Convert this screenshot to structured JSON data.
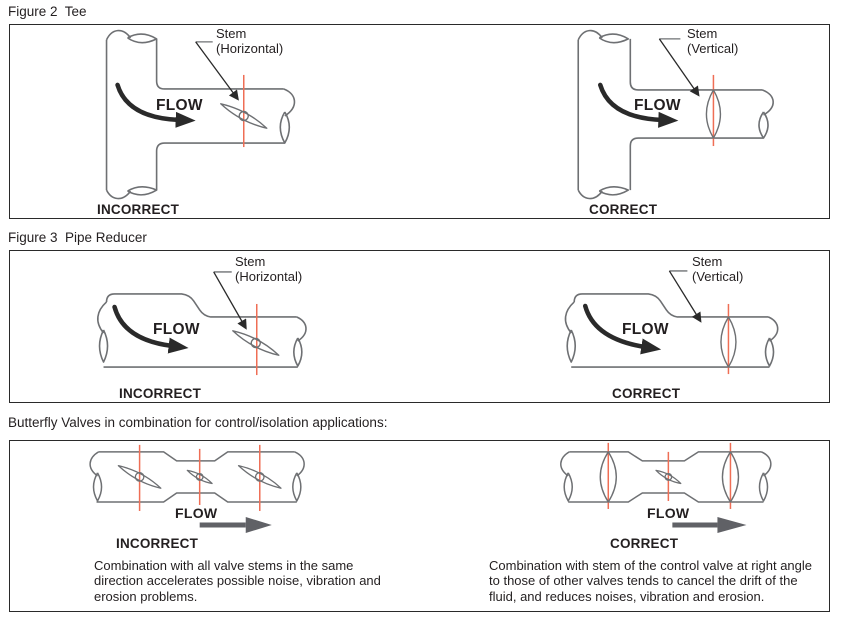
{
  "figure2": {
    "title": "Figure 2  Tee",
    "incorrect": {
      "stem_label": "Stem\n(Horizontal)",
      "flow_label": "FLOW",
      "verdict": "INCORRECT"
    },
    "correct": {
      "stem_label": "Stem\n(Vertical)",
      "flow_label": "FLOW",
      "verdict": "CORRECT"
    }
  },
  "figure3": {
    "title": "Figure 3  Pipe Reducer",
    "incorrect": {
      "stem_label": "Stem\n(Horizontal)",
      "flow_label": "FLOW",
      "verdict": "INCORRECT"
    },
    "correct": {
      "stem_label": "Stem\n(Vertical)",
      "flow_label": "FLOW",
      "verdict": "CORRECT"
    }
  },
  "combination": {
    "title": "Butterfly Valves in combination for control/isolation applications:",
    "incorrect": {
      "flow_label": "FLOW",
      "verdict": "INCORRECT",
      "caption": "Combination with all valve stems in the same\ndirection accelerates possible noise, vibration and\nerosion problems."
    },
    "correct": {
      "flow_label": "FLOW",
      "verdict": "CORRECT",
      "caption": "Combination with stem of the control valve at right angle\nto those of other valves tends to cancel the drift of the\nfluid, and reduces noises, vibration and erosion."
    }
  },
  "colors": {
    "pipe_outline": "#6e7073",
    "stem_axis_line": "#ef6e55",
    "ink": "#231f20",
    "flow_block_arrow": "#606166"
  }
}
